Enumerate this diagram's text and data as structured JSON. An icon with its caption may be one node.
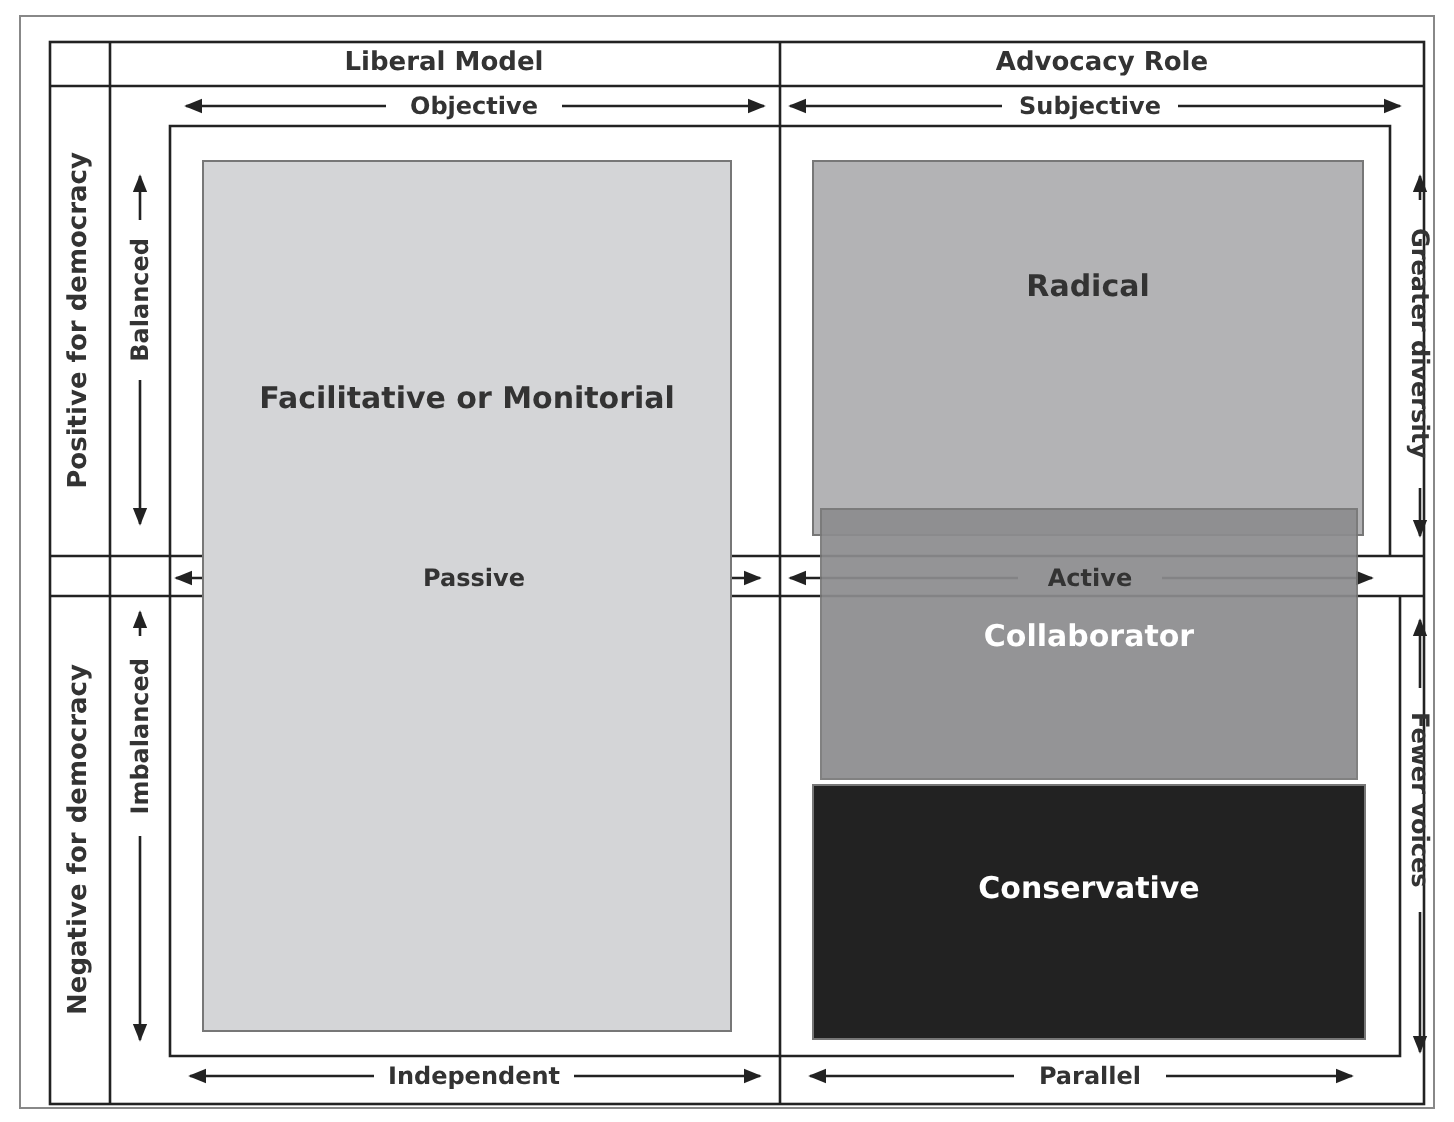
{
  "diagram": {
    "nodes": [
      {
        "text": [
          "Facilitative or Monitorial"
        ]
      },
      {
        "text": [
          "Radical"
        ]
      },
      {
        "text": [
          "Collaborator"
        ]
      },
      {
        "text": [
          "Conservative"
        ]
      }
    ],
    "labels": [
      "Liberal Model",
      "Advocacy Role",
      "Objective",
      "Subjective",
      "Positive for democracy",
      "Balanced",
      "Greater diversity",
      "Passive",
      "Active",
      "Negative for democracy",
      "Imbalanced",
      "Fewer voices",
      "Independent",
      "Parallel"
    ]
  }
}
